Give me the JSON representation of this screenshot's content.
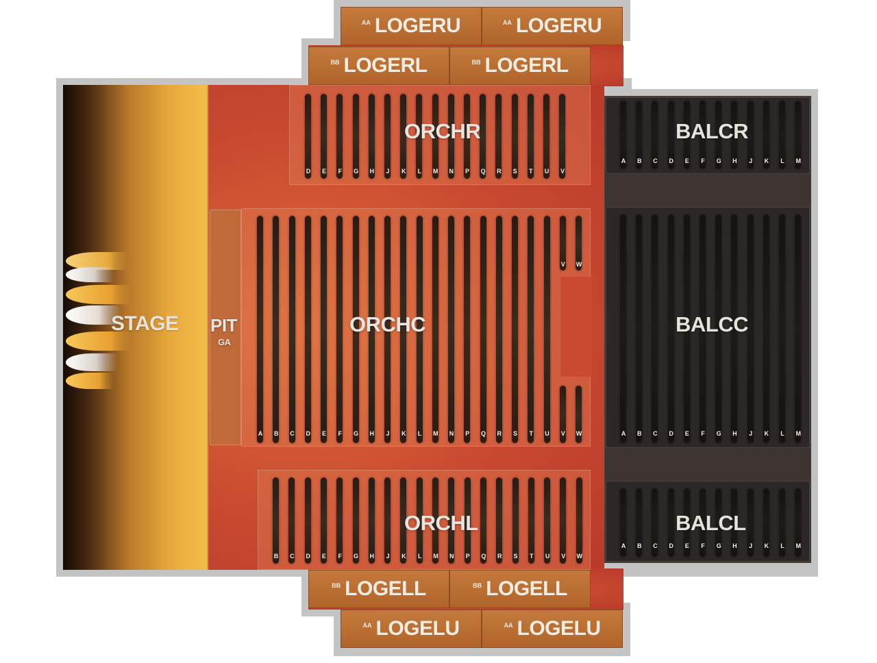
{
  "stage": {
    "label": "STAGE"
  },
  "pit": {
    "label": "PIT",
    "sub": "GA"
  },
  "sections": {
    "orchr": {
      "label": "ORCHR",
      "rows": [
        "D",
        "E",
        "F",
        "G",
        "H",
        "J",
        "K",
        "L",
        "M",
        "N",
        "P",
        "Q",
        "R",
        "S",
        "T",
        "U",
        "V"
      ]
    },
    "orchc": {
      "label": "ORCHC",
      "rows": [
        "A",
        "B",
        "C",
        "D",
        "E",
        "F",
        "G",
        "H",
        "J",
        "K",
        "L",
        "M",
        "N",
        "P",
        "Q",
        "R",
        "S",
        "T",
        "U",
        "V",
        "W"
      ],
      "upper_rows": [
        "V",
        "W"
      ]
    },
    "orchl": {
      "label": "ORCHL",
      "rows": [
        "B",
        "C",
        "D",
        "E",
        "F",
        "G",
        "H",
        "J",
        "K",
        "L",
        "M",
        "N",
        "P",
        "Q",
        "R",
        "S",
        "T",
        "U",
        "V",
        "W"
      ]
    },
    "balcr": {
      "label": "BALCR",
      "rows": [
        "A",
        "B",
        "C",
        "D",
        "E",
        "F",
        "G",
        "H",
        "J",
        "K",
        "L",
        "M"
      ]
    },
    "balcc": {
      "label": "BALCC",
      "rows": [
        "A",
        "B",
        "C",
        "D",
        "E",
        "F",
        "G",
        "H",
        "J",
        "K",
        "L",
        "M"
      ]
    },
    "balcl": {
      "label": "BALCL",
      "rows": [
        "A",
        "B",
        "C",
        "D",
        "E",
        "F",
        "G",
        "H",
        "J",
        "K",
        "L",
        "M"
      ]
    }
  },
  "loges": {
    "logeru_1": {
      "prefix": "AA",
      "name": "LOGERU"
    },
    "logeru_2": {
      "prefix": "AA",
      "name": "LOGERU"
    },
    "logerl_1": {
      "prefix": "BB",
      "name": "LOGERL"
    },
    "logerl_2": {
      "prefix": "BB",
      "name": "LOGERL"
    },
    "logell_1": {
      "prefix": "BB",
      "name": "LOGELL"
    },
    "logell_2": {
      "prefix": "BB",
      "name": "LOGELL"
    },
    "logelu_1": {
      "prefix": "AA",
      "name": "LOGELU"
    },
    "logelu_2": {
      "prefix": "AA",
      "name": "LOGELU"
    }
  },
  "colors": {
    "floor": "#c8492e",
    "loge": "#b8692e",
    "balcony": "#2c2826",
    "frame": "#c4c4c4"
  }
}
